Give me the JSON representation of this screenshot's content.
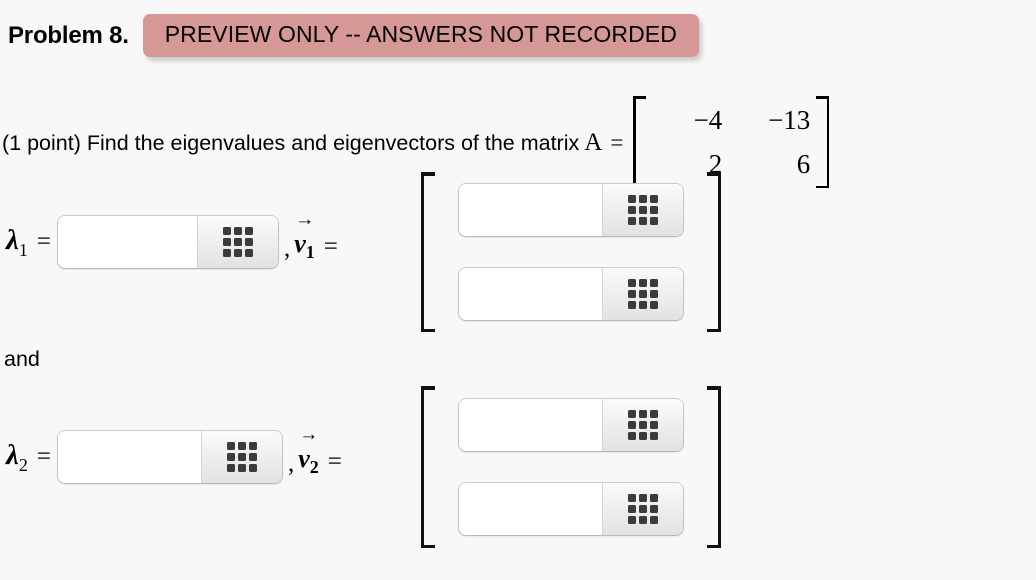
{
  "page": {
    "background_color": "#f8f8f8",
    "banner_color": "#d69896"
  },
  "header": {
    "problem_label": "Problem 8.",
    "banner_text": "PREVIEW ONLY -- ANSWERS NOT RECORDED"
  },
  "statement": {
    "points_and_prompt": "(1 point) Find the eigenvalues and eigenvectors of the matrix",
    "matrix_name": "A",
    "equals": "=",
    "matrix": {
      "rows": [
        [
          "−4",
          "−13"
        ],
        [
          "2",
          "6"
        ]
      ]
    }
  },
  "connector": {
    "and_label": "and"
  },
  "eigen": [
    {
      "lambda_symbol": "λ",
      "lambda_subscript": "1",
      "lambda_equals": "=",
      "lambda_input": {
        "value": "",
        "placeholder": ""
      },
      "comma": ",",
      "vector_arrow": "→",
      "vector_symbol": "v",
      "vector_subscript": "1",
      "vector_equals": "=",
      "vector_inputs": [
        {
          "value": "",
          "placeholder": ""
        },
        {
          "value": "",
          "placeholder": ""
        }
      ],
      "keypad_icon": "math-keypad-icon"
    },
    {
      "lambda_symbol": "λ",
      "lambda_subscript": "2",
      "lambda_equals": "=",
      "lambda_input": {
        "value": "",
        "placeholder": ""
      },
      "comma": ",",
      "vector_arrow": "→",
      "vector_symbol": "v",
      "vector_subscript": "2",
      "vector_equals": "=",
      "vector_inputs": [
        {
          "value": "",
          "placeholder": ""
        },
        {
          "value": "",
          "placeholder": ""
        }
      ],
      "keypad_icon": "math-keypad-icon"
    }
  ]
}
